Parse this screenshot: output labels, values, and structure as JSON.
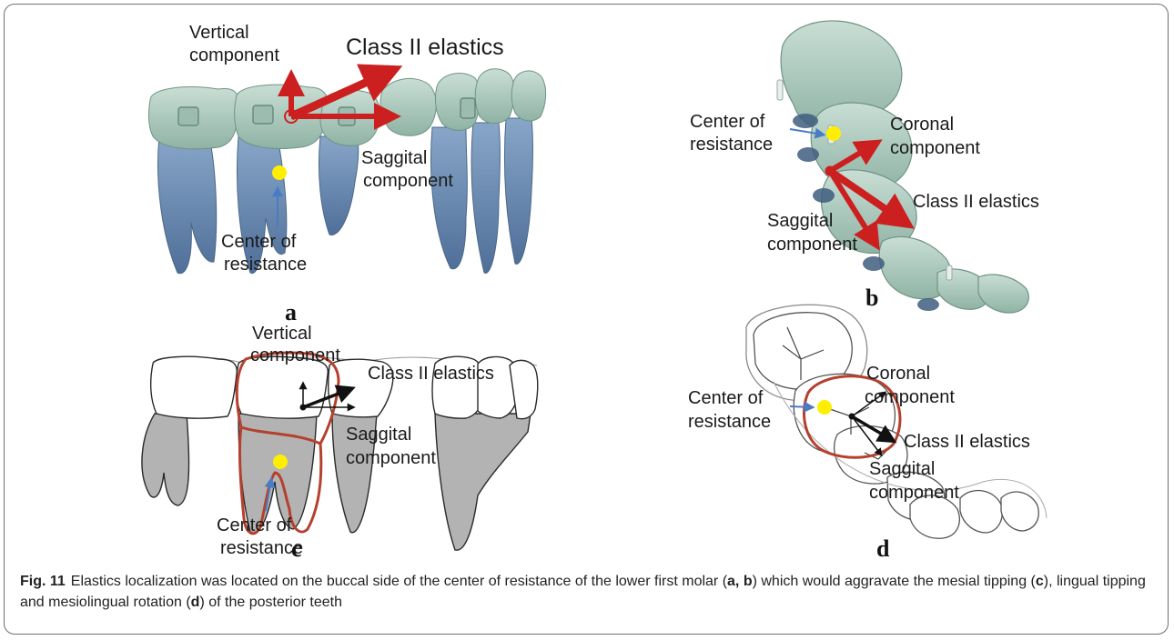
{
  "panels": {
    "a": {
      "letter": "a",
      "labels": {
        "vertical_line1": "Vertical",
        "vertical_line2": "component",
        "elastics": "Class II elastics",
        "sagittal_line1": "Saggital",
        "sagittal_line2": "component",
        "cor_line1": "Center of",
        "cor_line2": "resistance"
      }
    },
    "b": {
      "letter": "b",
      "labels": {
        "cor_line1": "Center of",
        "cor_line2": "resistance",
        "coronal_line1": "Coronal",
        "coronal_line2": "component",
        "elastics": "Class II elastics",
        "sagittal_line1": "Saggital",
        "sagittal_line2": "component"
      }
    },
    "c": {
      "letter": "c",
      "labels": {
        "vertical_line1": "Vertical",
        "vertical_line2": "component",
        "elastics": "Class II elastics",
        "sagittal_line1": "Saggital",
        "sagittal_line2": "component",
        "cor_line1": "Center of",
        "cor_line2": "resistance"
      }
    },
    "d": {
      "letter": "d",
      "labels": {
        "cor_line1": "Center of",
        "cor_line2": "resistance",
        "coronal_line1": "Coronal",
        "coronal_line2": "component",
        "elastics": "Class II elastics",
        "sagittal_line1": "Saggital",
        "sagittal_line2": "component"
      }
    }
  },
  "caption": {
    "fig_label": "Fig. 11",
    "t1": "Elastics localization was located on the buccal side of the center of resistance of the lower first molar (",
    "ab": "a, b",
    "t2": ") which would aggravate the mesial tipping (",
    "c": "c",
    "t3": "), lingual tipping and mesiolingual rotation (",
    "d": "d",
    "t4": ") of the posterior teeth"
  },
  "colors": {
    "force_arrow": "#cc1f1f",
    "center_of_resistance": "#ffee00",
    "pointer": "#4a7cc4",
    "crown_3d": "#a9c8bb",
    "root_3d": "#6d8db3",
    "outline_red": "#b5402e",
    "root_gray": "#b3b3b3"
  }
}
